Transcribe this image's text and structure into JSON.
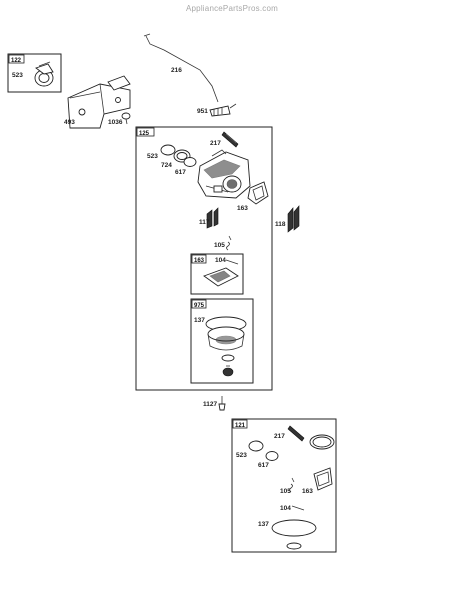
{
  "watermark": "AppliancePartsPros.com",
  "labels": {
    "box_122": "122",
    "p_523_top": "523",
    "p_216": "216",
    "p_493": "493",
    "p_1036": "1036",
    "p_951": "951",
    "box_125": "125",
    "p_217_main": "217",
    "p_523_main": "523",
    "p_724": "724",
    "p_617_main": "617",
    "p_163_main": "163",
    "p_117": "117",
    "p_118": "118",
    "p_105_main": "105",
    "box_163": "163",
    "p_104_main": "104",
    "box_975": "975",
    "p_137_main": "137",
    "p_1127": "1127",
    "box_121": "121",
    "p_217_kit": "217",
    "p_523_kit": "523",
    "p_617_kit": "617",
    "p_105_kit": "105",
    "p_163_kit": "163",
    "p_104_kit": "104",
    "p_137_kit": "137"
  }
}
